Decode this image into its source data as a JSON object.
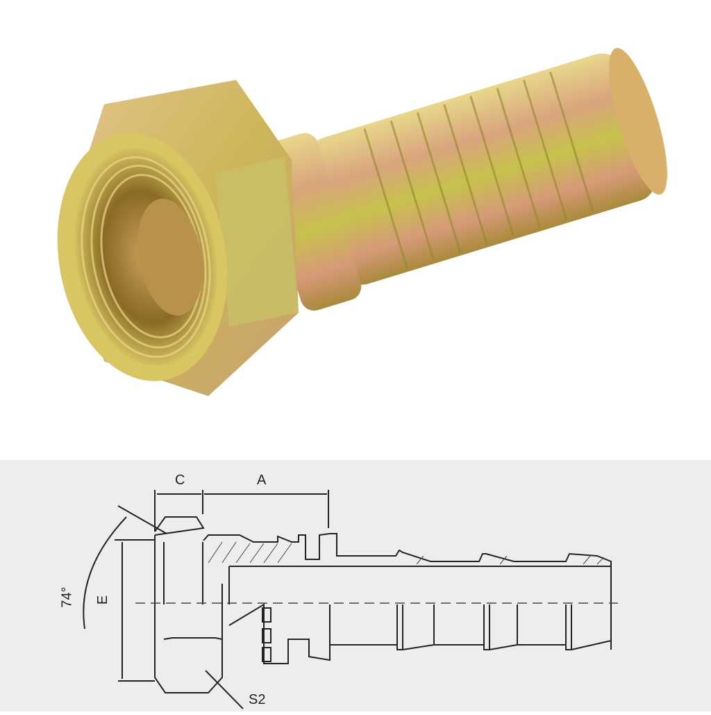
{
  "product": {
    "name": "hydraulic hose fitting",
    "finish": "yellow zinc plated",
    "colors": {
      "gold": "#d8c25a",
      "pink": "#d7a07a",
      "green": "#b9c24a",
      "drawing_bg": "#ededeb",
      "line": "#222222"
    }
  },
  "drawing": {
    "dimensions": {
      "c": "C",
      "a": "A",
      "e": "E",
      "angle": "74°",
      "s2": "S2"
    }
  }
}
